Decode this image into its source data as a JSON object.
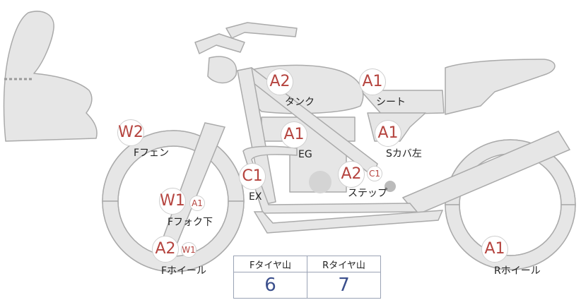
{
  "markers": {
    "tank_grade": "A2",
    "seat_grade": "A1",
    "front_fender_grade": "W2",
    "engine_grade": "A1",
    "side_cover_grade": "A1",
    "exhaust_grade": "C1",
    "step_grade": "A2",
    "step_sub_grade": "C1",
    "front_fork_grade": "W1",
    "front_fork_sub_grade": "A1",
    "front_wheel_grade": "A2",
    "front_wheel_sub_grade": "W1",
    "rear_wheel_grade": "A1"
  },
  "labels": {
    "tank": "タンク",
    "seat": "シート",
    "front_fender": "Fフェン",
    "engine": "EG",
    "side_cover": "Sカバ左",
    "exhaust": "EX",
    "step": "ステップ",
    "front_fork": "Fフォク下",
    "front_wheel": "Fホイール",
    "rear_wheel": "Rホイール"
  },
  "tire_table": {
    "front_header": "Fタイヤ山",
    "rear_header": "Rタイヤ山",
    "front_value": "6",
    "rear_value": "7"
  },
  "colors": {
    "body_fill": "#e6e6e6",
    "outline": "#aaaaaa",
    "marker_text": "#b5443f",
    "table_value": "#3b4f8c",
    "table_border": "#9aa3b5"
  }
}
